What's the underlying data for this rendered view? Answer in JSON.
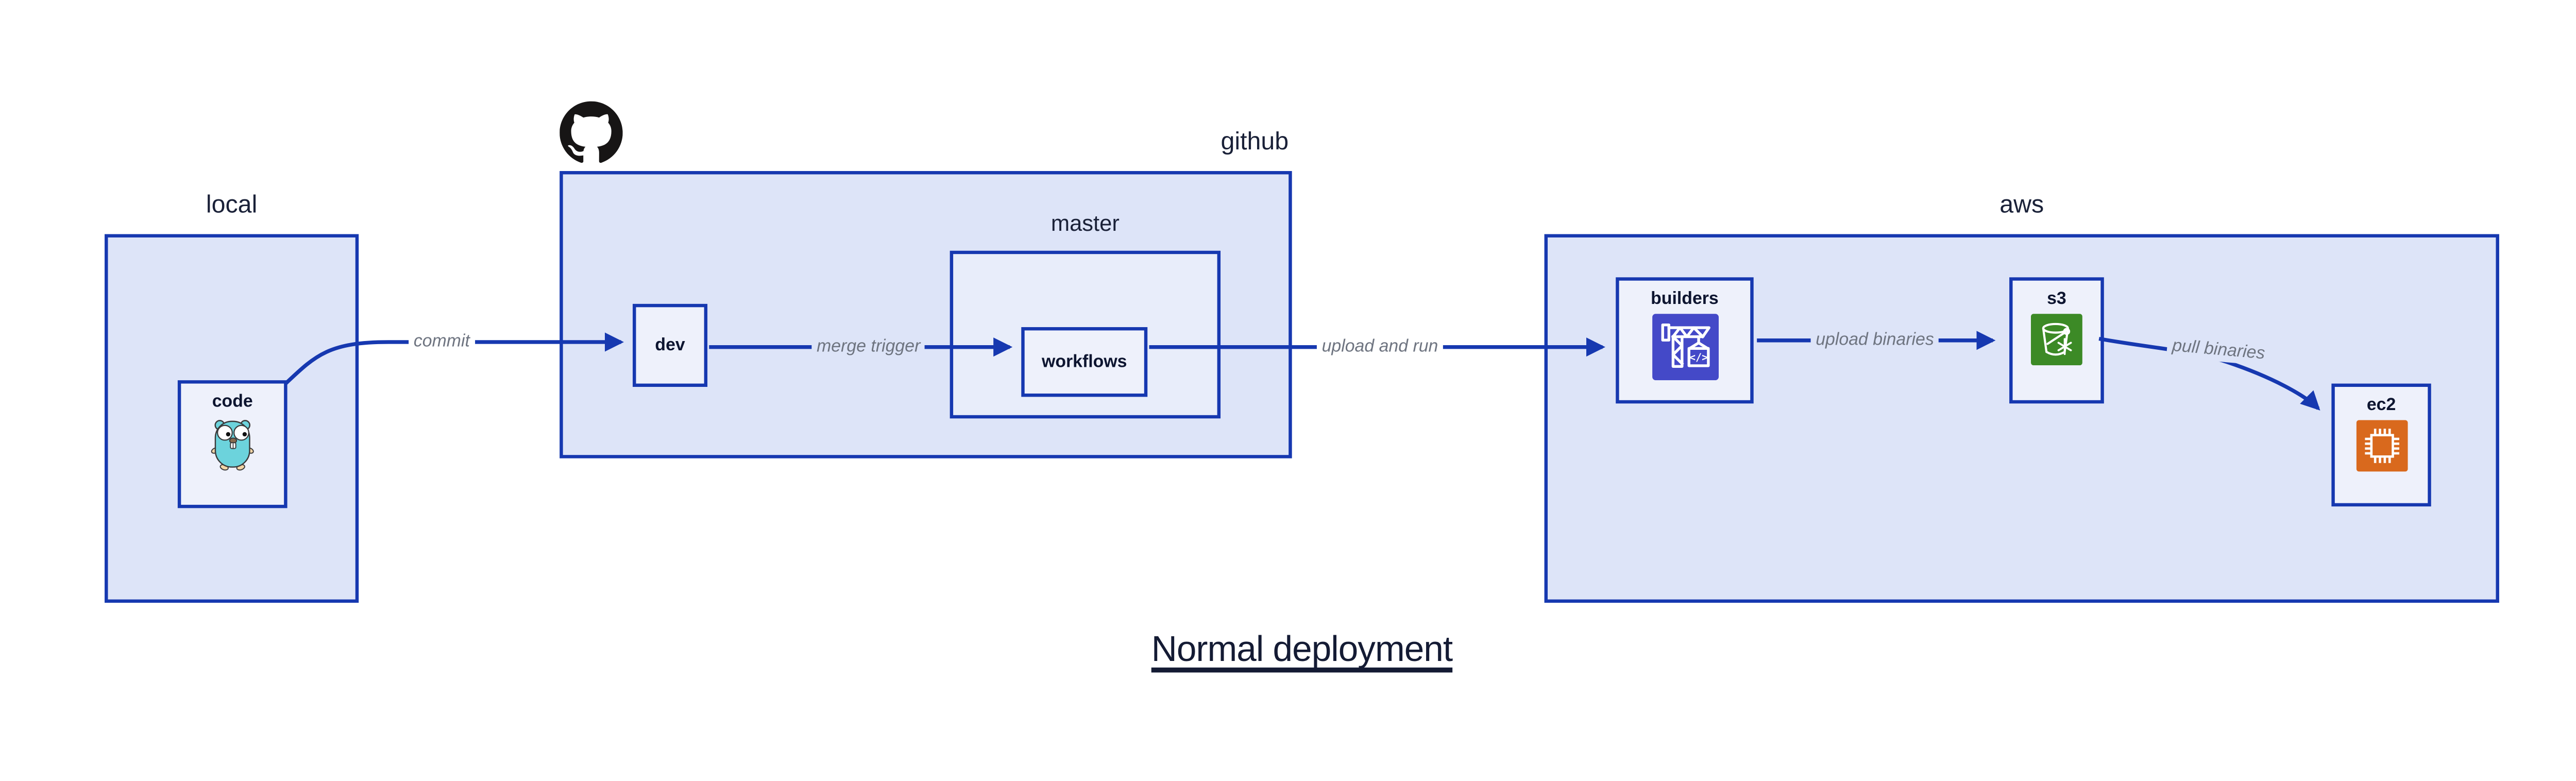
{
  "diagram": {
    "title": "Normal deployment",
    "groups": {
      "local": {
        "label": "local"
      },
      "github": {
        "label": "github",
        "icon": "github-octocat-icon"
      },
      "master": {
        "label": "master"
      },
      "aws": {
        "label": "aws"
      }
    },
    "nodes": {
      "code": {
        "label": "code",
        "icon": "go-gopher-icon"
      },
      "dev": {
        "label": "dev"
      },
      "workflows": {
        "label": "workflows"
      },
      "builders": {
        "label": "builders",
        "icon": "codebuild-crane-icon",
        "icon_color": "#4449c8"
      },
      "s3": {
        "label": "s3",
        "icon": "s3-glacier-bucket-icon",
        "icon_color": "#3c8a26"
      },
      "ec2": {
        "label": "ec2",
        "icon": "ec2-chip-icon",
        "icon_color": "#d9691d"
      }
    },
    "edges": [
      {
        "from": "code",
        "to": "dev",
        "label": "commit"
      },
      {
        "from": "dev",
        "to": "workflows",
        "label": "merge trigger"
      },
      {
        "from": "workflows",
        "to": "builders",
        "label": "upload and run"
      },
      {
        "from": "builders",
        "to": "s3",
        "label": "upload binaries"
      },
      {
        "from": "s3",
        "to": "ec2",
        "label": "pull binaries"
      }
    ],
    "icons": {
      "crane_code_glyph": "</>"
    },
    "colors": {
      "line": "#1638b0",
      "group_fill": "#dde4f8",
      "inner_group_fill": "#e8edfa",
      "node_fill": "#eef1fb",
      "edge_label_text": "#6e7480",
      "title_text": "#141b34",
      "builders_icon_bg": "#4449c8",
      "s3_icon_bg": "#3c8a26",
      "ec2_icon_bg": "#d9691d",
      "gopher_body": "#6cd3dc",
      "octocat": "#171515"
    }
  }
}
